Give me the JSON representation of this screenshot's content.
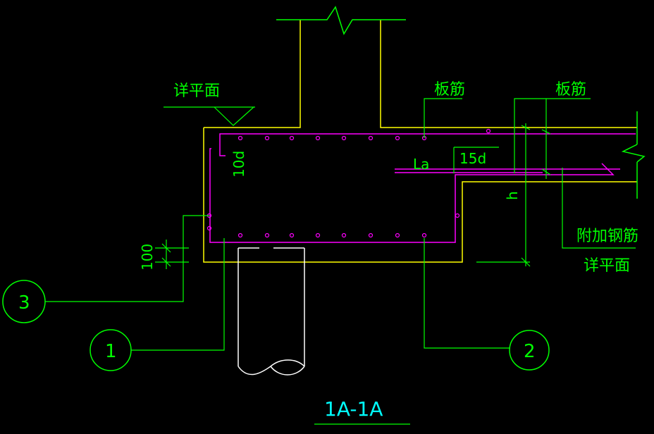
{
  "colors": {
    "background": "#000000",
    "outline": "#ffff00",
    "leader": "#00ff00",
    "rebar": "#ff00ff",
    "pile": "#ffffff",
    "title": "#00ffff"
  },
  "labels": {
    "detail_plan_left": "详平面",
    "detail_plan_right": "详平面",
    "slab_rebar_1": "板筋",
    "slab_rebar_2": "板筋",
    "additional_rebar": "附加钢筋",
    "dim_10d": "10d",
    "dim_la": "La",
    "dim_15d": "15d",
    "dim_h": "h",
    "dim_100": "100",
    "section_title": "1A-1A"
  },
  "callouts": [
    {
      "id": "3",
      "text": "3"
    },
    {
      "id": "1",
      "text": "1"
    },
    {
      "id": "2",
      "text": "2"
    }
  ]
}
